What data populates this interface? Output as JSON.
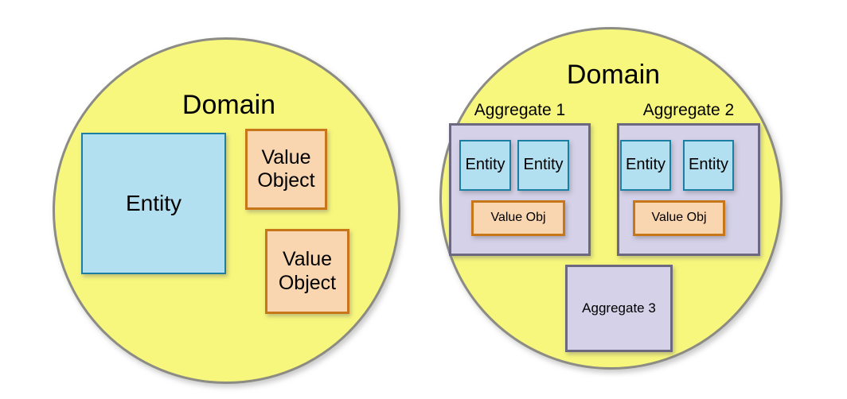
{
  "diagram": {
    "title_text_left": "Domain",
    "title_text_right": "Domain",
    "colors": {
      "domain_fill": "#f7f77d",
      "domain_stroke": "#8c8c84",
      "entity_fill": "#b2e0f0",
      "entity_stroke": "#1b7fa3",
      "value_object_fill": "#f9d6af",
      "value_object_stroke": "#c8761a",
      "aggregate_fill": "#d4d1e8",
      "aggregate_stroke": "#6b687f",
      "background": "#ffffff",
      "text": "#000000"
    }
  },
  "left_panel": {
    "domain_label": "Domain",
    "entity_label": "Entity",
    "value_objects": [
      {
        "label": "Value\nObject"
      },
      {
        "label": "Value\nObject"
      }
    ]
  },
  "right_panel": {
    "domain_label": "Domain",
    "aggregates": [
      {
        "label": "Aggregate 1",
        "entities": [
          {
            "label": "Entity"
          },
          {
            "label": "Entity"
          }
        ],
        "value_objects": [
          {
            "label": "Value Obj"
          }
        ]
      },
      {
        "label": "Aggregate 2",
        "entities": [
          {
            "label": "Entity"
          },
          {
            "label": "Entity"
          }
        ],
        "value_objects": [
          {
            "label": "Value Obj"
          }
        ]
      },
      {
        "label": "Aggregate 3",
        "entities": [],
        "value_objects": []
      }
    ]
  }
}
